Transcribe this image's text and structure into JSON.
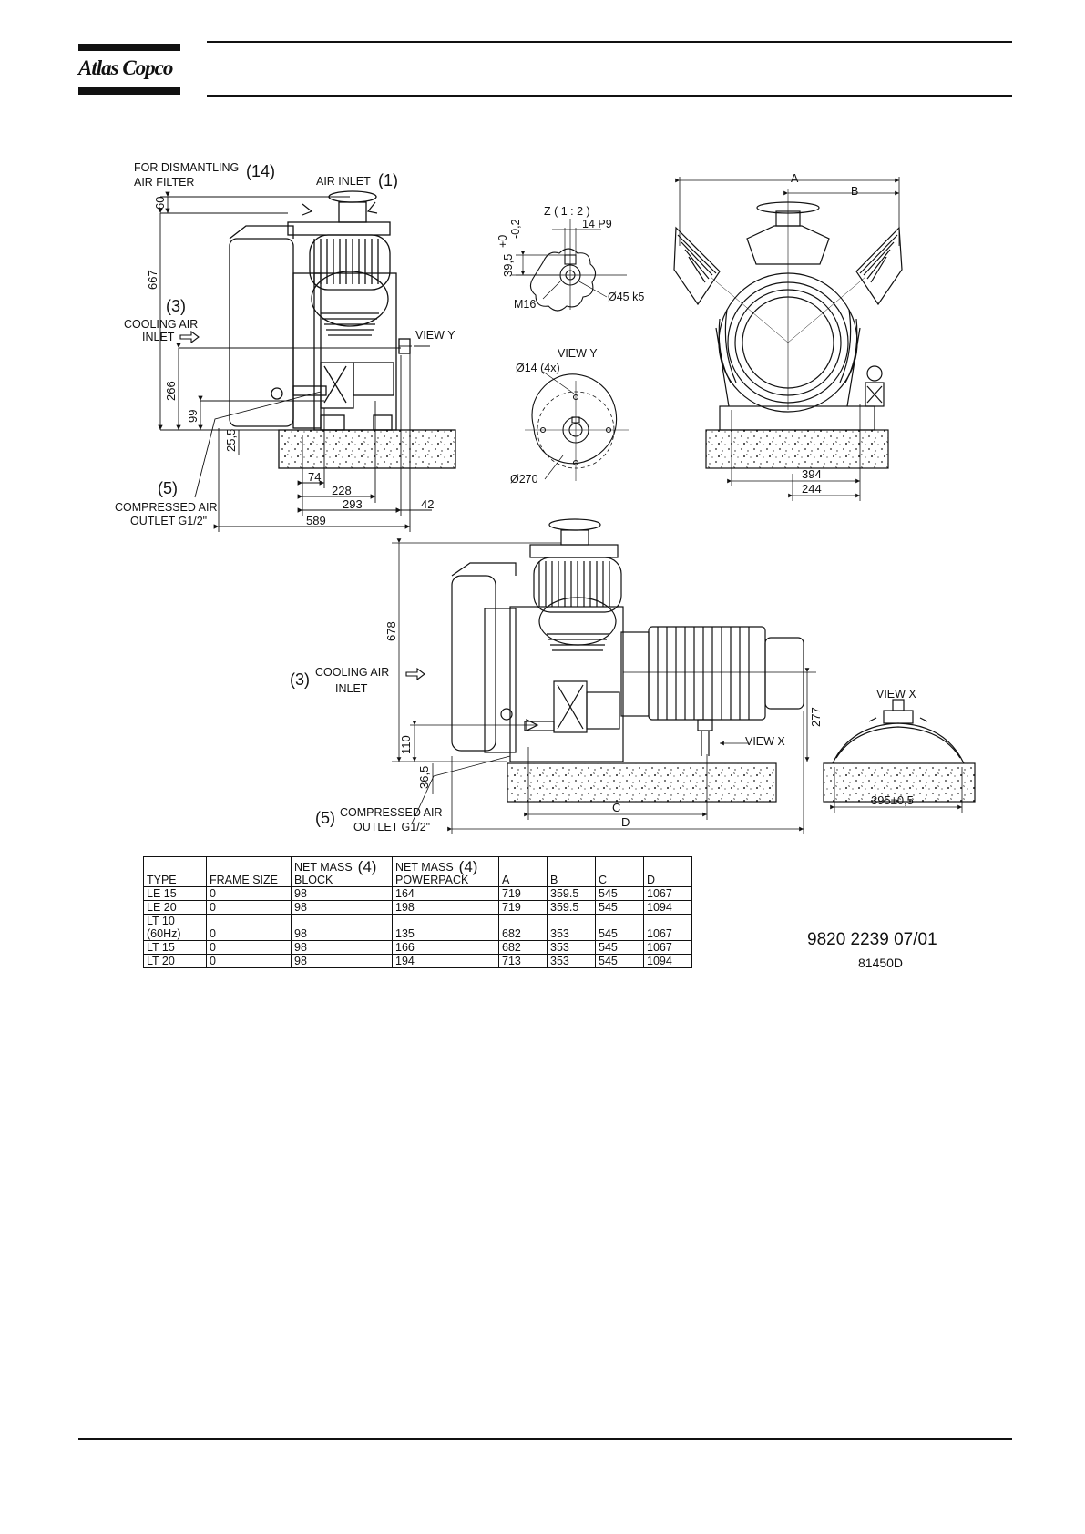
{
  "header": {
    "logo_text": "Atlas Copco"
  },
  "side_view": {
    "dismantling_label_1": "FOR DISMANTLING",
    "dismantling_label_2": "AIR FILTER",
    "dismantling_ref": "(14)",
    "air_inlet_label": "AIR INLET",
    "air_inlet_ref": "(1)",
    "cooling_ref": "(3)",
    "cooling_label_1": "COOLING AIR",
    "cooling_label_2": "INLET",
    "view_y_label": "VIEW Y",
    "outlet_ref": "(5)",
    "outlet_label_1": "COMPRESSED AIR",
    "outlet_label_2": "OUTLET G1/2\"",
    "dim_60": "60",
    "dim_667": "667",
    "dim_266": "266",
    "dim_99": "99",
    "dim_25_5": "25,5",
    "dim_74": "74",
    "dim_228": "228",
    "dim_293": "293",
    "dim_42": "42",
    "dim_589": "589"
  },
  "detail_z": {
    "title": "Z  ( 1 : 2 )",
    "key_dim": "14 P9",
    "height_dim": "39,5",
    "tol_upper": "+0",
    "tol_lower": "-0,2",
    "thread": "M16",
    "shaft_dia": "Ø45 k5"
  },
  "view_y": {
    "title": "VIEW Y",
    "holes": "Ø14 (4x)",
    "pcd": "Ø270"
  },
  "front_view": {
    "dim_a": "A",
    "dim_b": "B",
    "dim_394": "394",
    "dim_244": "244"
  },
  "powerpack_view": {
    "dim_678": "678",
    "cooling_ref": "(3)",
    "cooling_label_1": "COOLING AIR",
    "cooling_label_2": "INLET",
    "view_x_arrow": "VIEW X",
    "dim_277": "277",
    "dim_110": "110",
    "dim_36_5": "36,5",
    "outlet_ref": "(5)",
    "outlet_label_1": "COMPRESSED AIR",
    "outlet_label_2": "OUTLET G1/2\"",
    "dim_c": "C",
    "dim_d": "D"
  },
  "view_x": {
    "title": "VIEW X",
    "width": "395±0,5"
  },
  "table": {
    "headers": {
      "type": "TYPE",
      "frame": "FRAME SIZE",
      "block_1": "NET MASS",
      "block_2": "BLOCK",
      "block_ref": "(4)",
      "pp_1": "NET MASS",
      "pp_2": "POWERPACK",
      "pp_ref": "(4)",
      "a": "A",
      "b": "B",
      "c": "C",
      "d": "D"
    },
    "rows": [
      {
        "type": "LE 15",
        "type2": "",
        "frame": "0",
        "block": "98",
        "pp": "164",
        "a": "719",
        "b": "359.5",
        "c": "545",
        "d": "1067"
      },
      {
        "type": "LE 20",
        "type2": "",
        "frame": "0",
        "block": "98",
        "pp": "198",
        "a": "719",
        "b": "359.5",
        "c": "545",
        "d": "1094"
      },
      {
        "type": "LT 10",
        "type2": "(60Hz)",
        "frame": "0",
        "block": "98",
        "pp": "135",
        "a": "682",
        "b": "353",
        "c": "545",
        "d": "1067"
      },
      {
        "type": "LT 15",
        "type2": "",
        "frame": "0",
        "block": "98",
        "pp": "166",
        "a": "682",
        "b": "353",
        "c": "545",
        "d": "1067"
      },
      {
        "type": "LT 20",
        "type2": "",
        "frame": "0",
        "block": "98",
        "pp": "194",
        "a": "713",
        "b": "353",
        "c": "545",
        "d": "1094"
      }
    ]
  },
  "footer": {
    "doc_number": "9820 2239 07/01",
    "drawing_number": "81450D"
  }
}
